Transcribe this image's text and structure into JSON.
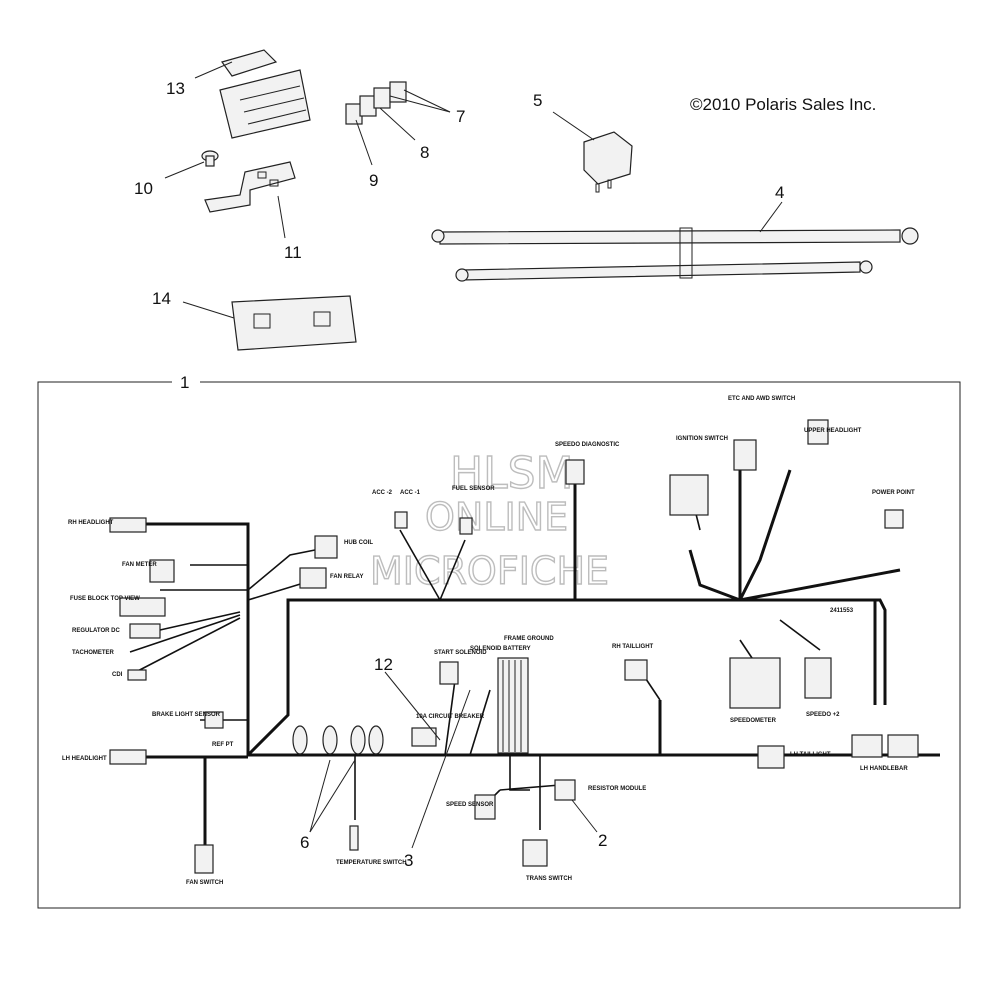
{
  "copyright": "©2010 Polaris Sales Inc.",
  "watermark": {
    "line1": "HLSM",
    "line2": "ONLINE",
    "line3": "MICROFICHE"
  },
  "drawing_number": "2411553",
  "callouts": [
    "1",
    "2",
    "3",
    "4",
    "5",
    "6",
    "7",
    "8",
    "9",
    "10",
    "11",
    "12",
    "13",
    "14"
  ],
  "labels": {
    "rh_headlight": "RH HEADLIGHT",
    "lh_headlight": "LH HEADLIGHT",
    "fan_meter": "FAN METER",
    "fuse_block": "FUSE BLOCK TOP VIEW",
    "regulator": "REGULATOR DC",
    "tachometer": "TACHOMETER",
    "cdi": "CDI",
    "hub_coil": "HUB COIL",
    "fan_relay": "FAN RELAY",
    "brake_light": "BRAKE LIGHT SENSOR",
    "ref_pt": "REF PT",
    "fan_switch": "FAN SWITCH",
    "acc2": "ACC -2",
    "acc1": "ACC -1",
    "fuel_sensor": "FUEL SENSOR",
    "speedo_diag": "SPEEDO DIAGNOSTIC",
    "etc_switch": "ETC AND AWD SWITCH",
    "upper_headlight": "UPPER HEADLIGHT",
    "ignition_switch": "IGNITION SWITCH",
    "power_point": "POWER POINT",
    "start_solenoid": "START SOLENOID",
    "solenoid_battery": "SOLENOID BATTERY",
    "frame_ground": "FRAME GROUND",
    "rh_taillight": "RH TAILLIGHT",
    "speedometer": "SPEEDOMETER",
    "speedo2": "SPEEDO +2",
    "circuit_breaker": "10A CIRCUIT BREAKER",
    "lh_taillight": "LH TAILLIGHT",
    "lh_handlebar": "LH HANDLEBAR",
    "resistor_module": "RESISTOR MODULE",
    "speed_sensor": "SPEED SENSOR",
    "temp_switch": "TEMPERATURE SWITCH",
    "trans_switch": "TRANS SWITCH"
  }
}
